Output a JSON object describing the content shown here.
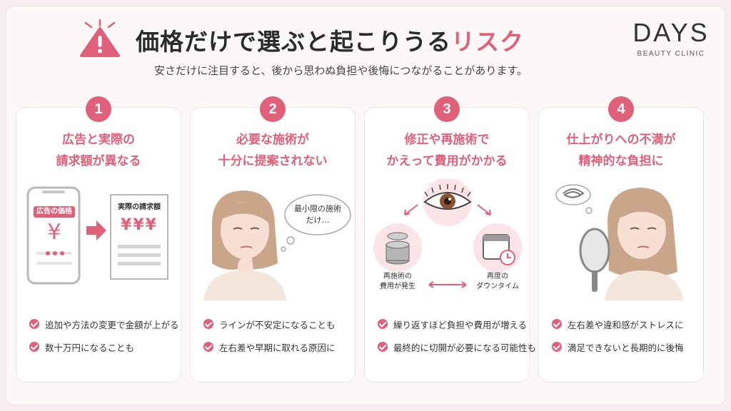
{
  "header": {
    "title_main": "価格だけで選ぶと起こりうる",
    "title_accent": "リスク",
    "subtitle": "安さだけに注目すると、後から思わぬ負担や後悔につながることがあります。",
    "warning_icon": "warning-triangle-icon"
  },
  "brand": {
    "name": "DAYS",
    "sub": "BEAUTY CLINIC"
  },
  "colors": {
    "accent": "#e0607a",
    "background": "#f6eef0",
    "card": "#ffffff"
  },
  "cards": [
    {
      "number": "1",
      "title_lines": [
        "広告と実際の",
        "請求額が異なる"
      ],
      "illustration": {
        "phone_label": "広告の価格",
        "phone_price": "¥",
        "bill_label": "実際の請求額",
        "bill_price": "¥¥¥"
      },
      "bullets": [
        "追加や方法の変更で金額が上がる",
        "数十万円になることも"
      ]
    },
    {
      "number": "2",
      "title_lines": [
        "必要な施術が",
        "十分に提案されない"
      ],
      "illustration": {
        "bubble_lines": [
          "最小限の施術",
          "だけ…"
        ]
      },
      "bullets": [
        "ラインが不安定になることも",
        "左右差や早期に取れる原因に"
      ]
    },
    {
      "number": "3",
      "title_lines": [
        "修正や再施術で",
        "かえって費用がかかる"
      ],
      "illustration": {
        "coins_caption": [
          "再施術の",
          "費用が発生"
        ],
        "calendar_caption": [
          "再度の",
          "ダウンタイム"
        ]
      },
      "bullets": [
        "繰り返すほど負担や費用が増える",
        "最終的に切開が必要になる可能性も"
      ]
    },
    {
      "number": "4",
      "title_lines": [
        "仕上がりへの不満が",
        "精神的な負担に"
      ],
      "illustration": {},
      "bullets": [
        "左右差や違和感がストレスに",
        "満足できないと長期的に後悔"
      ]
    }
  ]
}
